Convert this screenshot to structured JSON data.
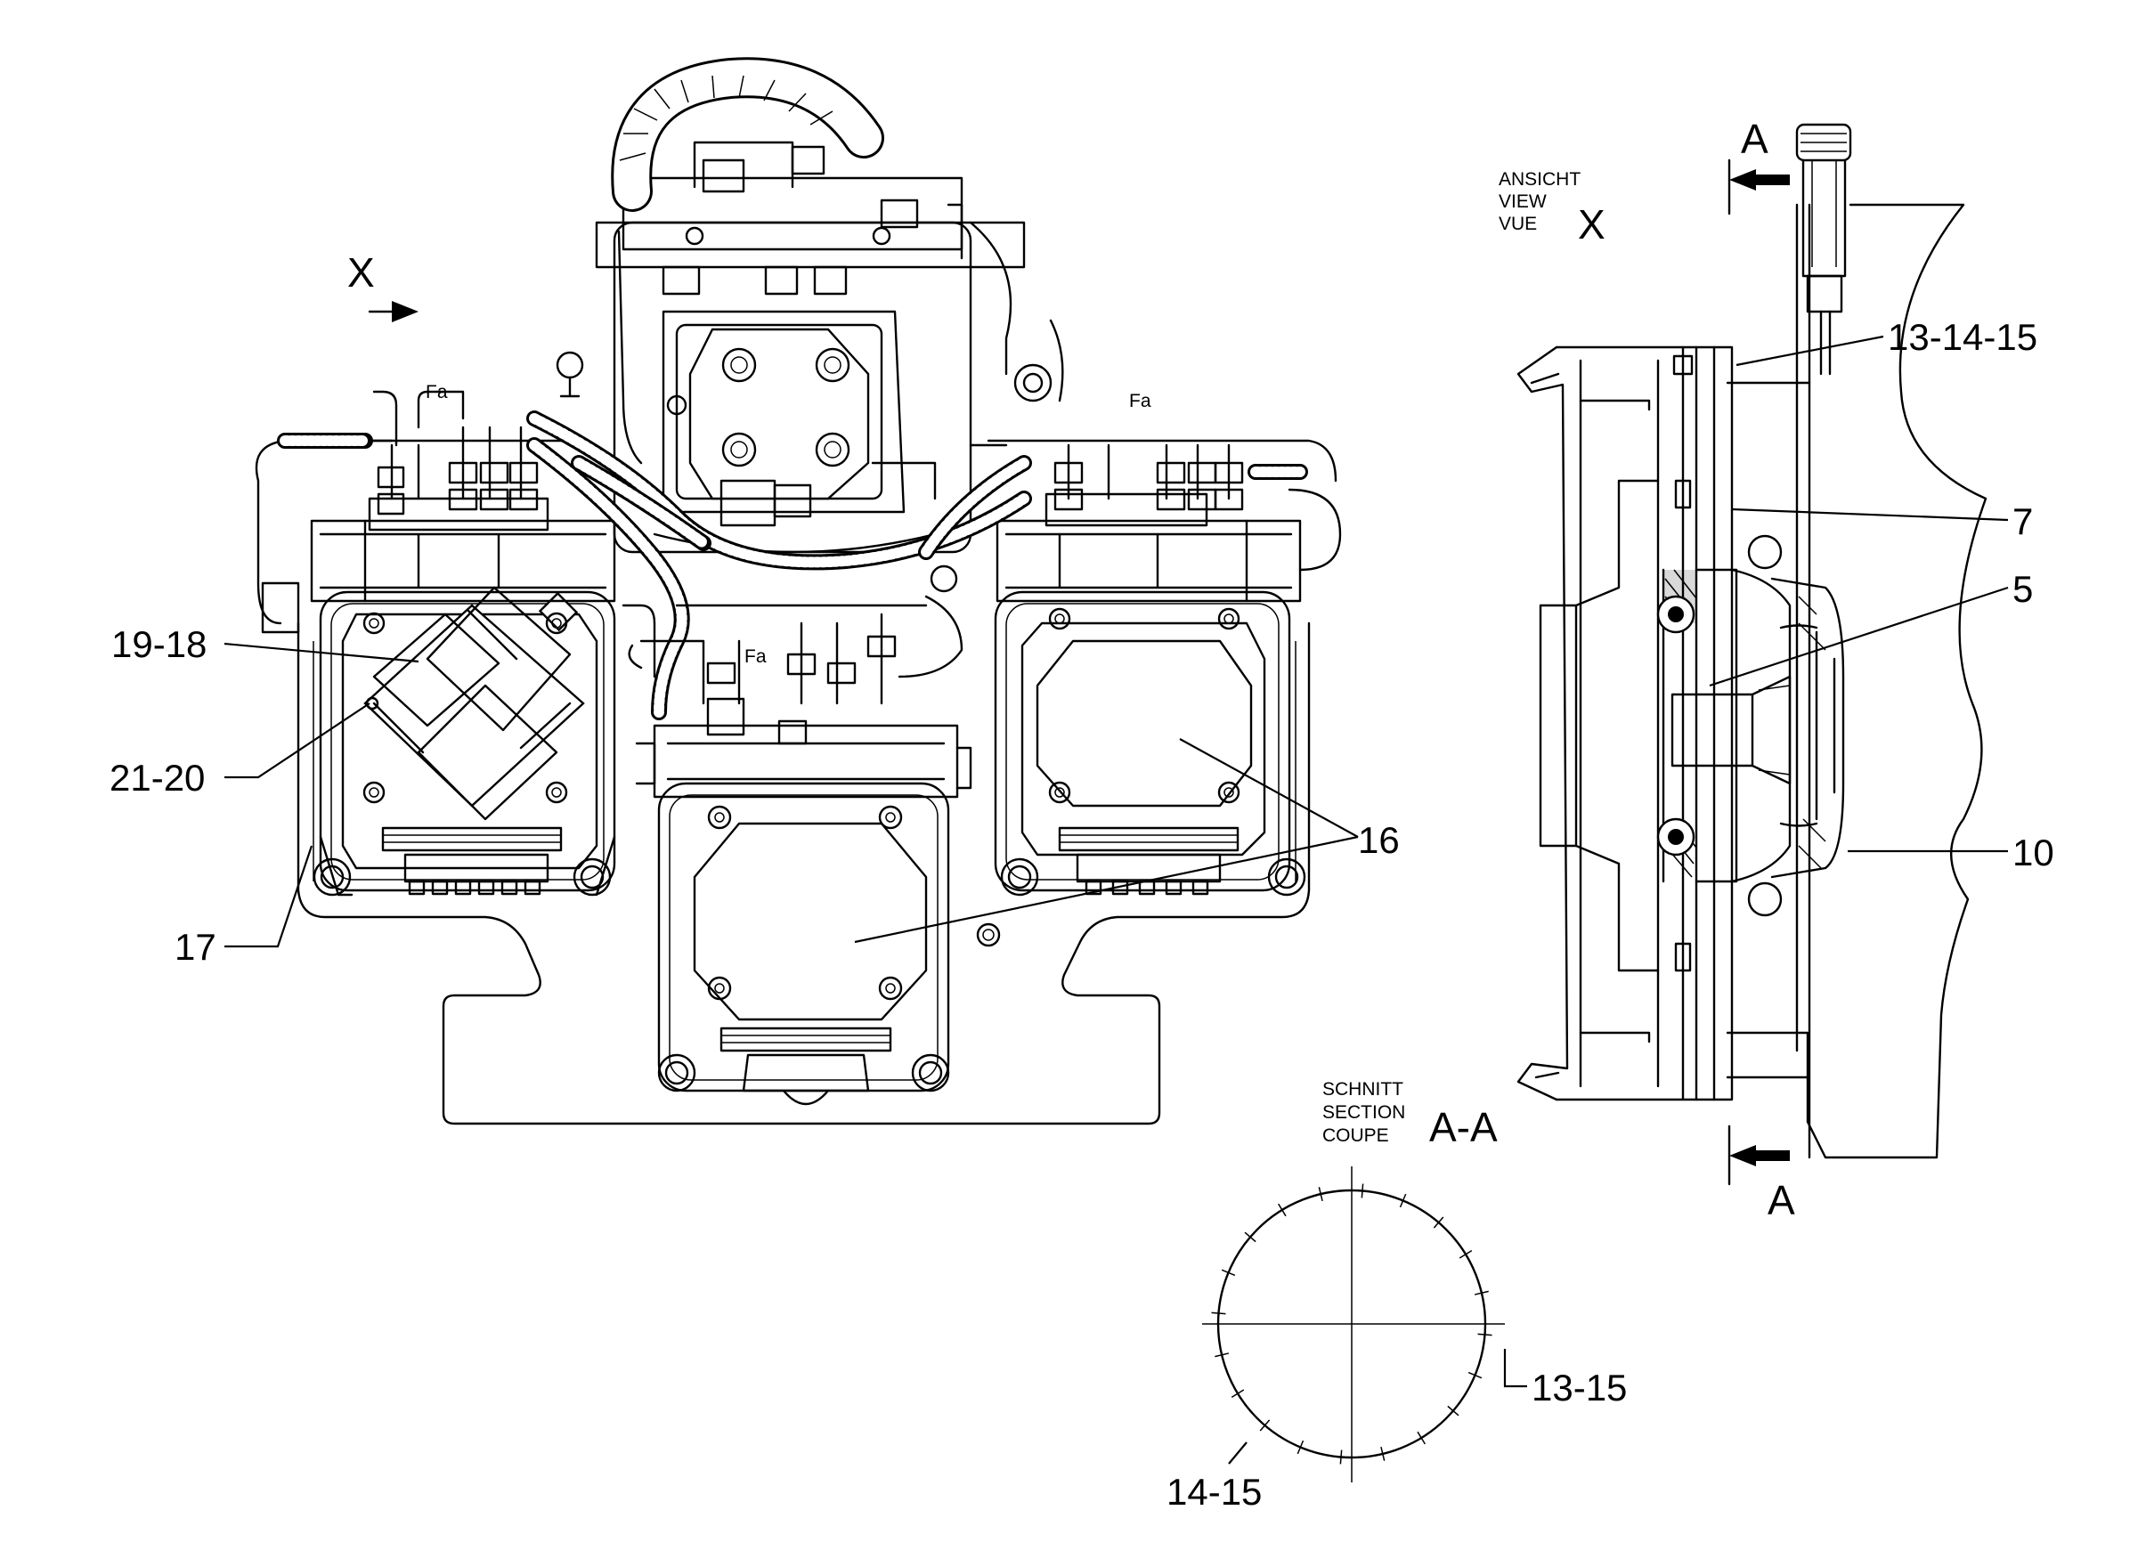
{
  "view_marker": {
    "letter": "X"
  },
  "fa_labels": [
    "Fa",
    "Fa",
    "Fa"
  ],
  "view_title": {
    "lines": [
      "ANSICHT",
      "VIEW",
      "VUE"
    ],
    "letter": "X"
  },
  "section_marker": {
    "top_letter": "A",
    "bottom_letter": "A"
  },
  "section_title": {
    "lines": [
      "SCHNITT",
      "SECTION",
      "COUPE"
    ],
    "designation": "A-A"
  },
  "callouts": {
    "c_19_18": "19-18",
    "c_21_20": "21-20",
    "c_17": "17",
    "c_16": "16",
    "c_13_14_15": "13-14-15",
    "c_7": "7",
    "c_5": "5",
    "c_10": "10",
    "c_13_15": "13-15",
    "c_14_15": "14-15"
  }
}
